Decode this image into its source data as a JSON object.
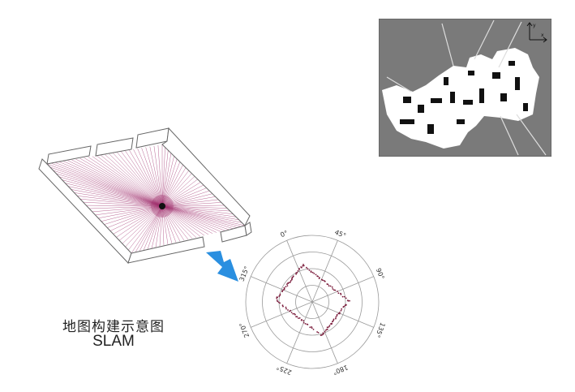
{
  "caption": {
    "title_cn": "地图构建示意图",
    "title_en": "SLAM"
  },
  "polar_plot": {
    "angle_labels": [
      "0°",
      "45°",
      "90°",
      "135°",
      "180°",
      "225°",
      "270°",
      "315°"
    ]
  },
  "map": {
    "axis_up_label": "y",
    "axis_right_label": "x"
  },
  "colors": {
    "laser_ray": "#a0306e",
    "wall": "#666666",
    "arrow": "#2a8fe0",
    "map_background": "#7a7a7a",
    "scan_points": "#7a1a3a"
  }
}
